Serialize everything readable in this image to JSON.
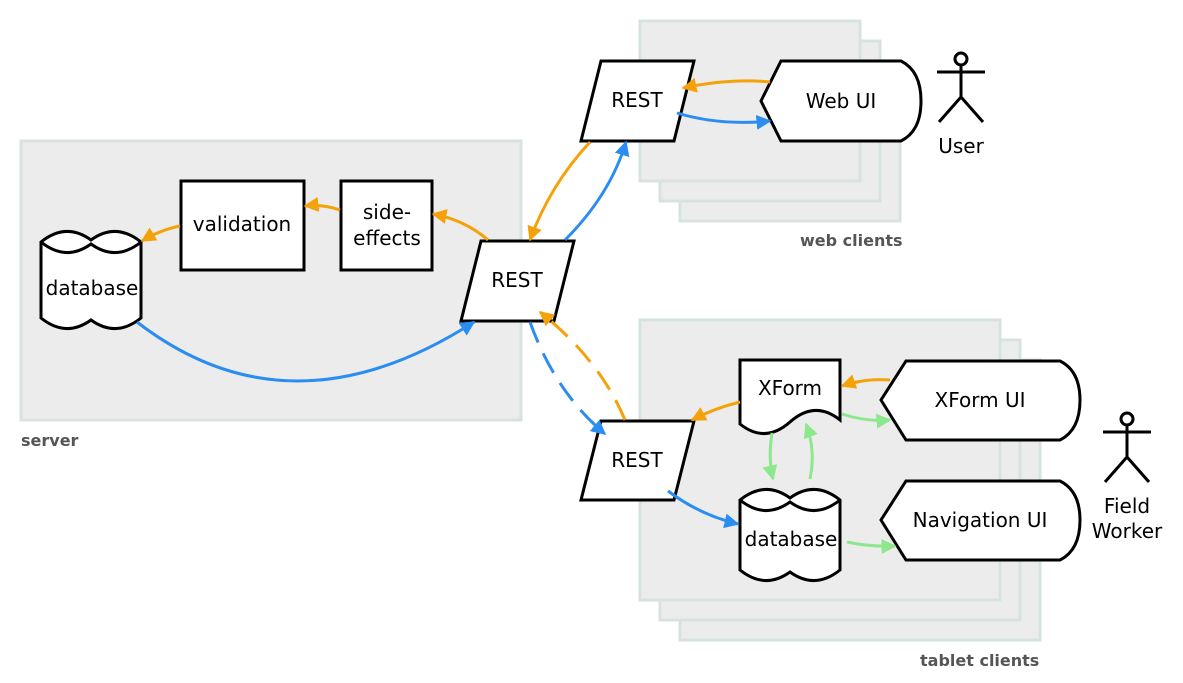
{
  "groups": {
    "server": "server",
    "web_clients": "web clients",
    "tablet_clients": "tablet clients"
  },
  "server": {
    "database": "database",
    "validation": "validation",
    "side_effects_line1": "side-",
    "side_effects_line2": "effects",
    "rest": "REST"
  },
  "web": {
    "rest": "REST",
    "web_ui": "Web UI",
    "user": "User"
  },
  "tablet": {
    "rest": "REST",
    "xform": "XForm",
    "xform_ui": "XForm UI",
    "database": "database",
    "navigation_ui": "Navigation UI",
    "field_worker_line1": "Field",
    "field_worker_line2": "Worker"
  },
  "colors": {
    "orange": "#f5a20a",
    "blue": "#2b8df0",
    "green": "#8de88d",
    "panel": "#ececec"
  }
}
